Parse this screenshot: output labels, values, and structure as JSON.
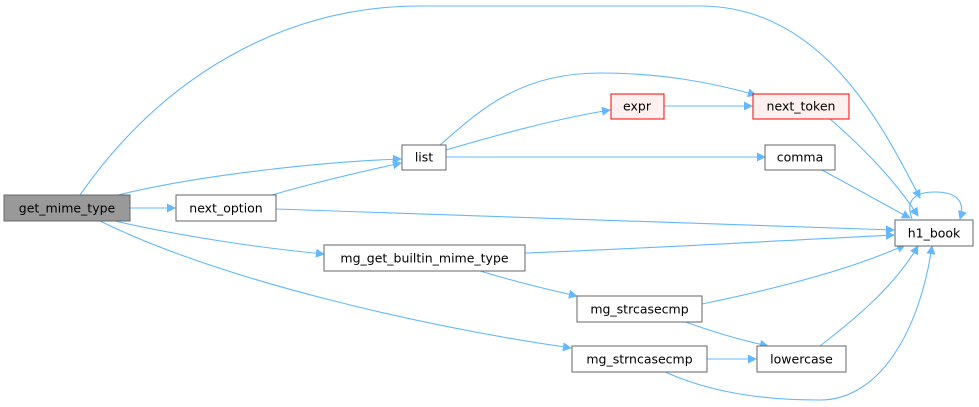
{
  "colors": {
    "edge": "#63b8ff",
    "node_fill": "#ffffff",
    "node_stroke": "#666666",
    "root_fill": "#999999",
    "root_stroke": "#666666",
    "red_fill": "#fff0f0",
    "red_stroke": "#ff0000"
  },
  "nodes": {
    "get_mime_type": "get_mime_type",
    "next_option": "next_option",
    "list": "list",
    "expr": "expr",
    "next_token": "next_token",
    "comma": "comma",
    "h1_book": "h1_book",
    "mg_get_builtin_mime_type": "mg_get_builtin_mime_type",
    "mg_strcasecmp": "mg_strcasecmp",
    "mg_strncasecmp": "mg_strncasecmp",
    "lowercase": "lowercase"
  },
  "edges": [
    [
      "get_mime_type",
      "h1_book"
    ],
    [
      "get_mime_type",
      "list"
    ],
    [
      "get_mime_type",
      "next_option"
    ],
    [
      "get_mime_type",
      "mg_get_builtin_mime_type"
    ],
    [
      "get_mime_type",
      "mg_strncasecmp"
    ],
    [
      "next_option",
      "list"
    ],
    [
      "next_option",
      "h1_book"
    ],
    [
      "list",
      "expr"
    ],
    [
      "list",
      "next_token"
    ],
    [
      "list",
      "comma"
    ],
    [
      "expr",
      "next_token"
    ],
    [
      "next_token",
      "h1_book"
    ],
    [
      "comma",
      "h1_book"
    ],
    [
      "h1_book",
      "h1_book"
    ],
    [
      "mg_get_builtin_mime_type",
      "h1_book"
    ],
    [
      "mg_get_builtin_mime_type",
      "mg_strcasecmp"
    ],
    [
      "mg_strcasecmp",
      "h1_book"
    ],
    [
      "mg_strcasecmp",
      "lowercase"
    ],
    [
      "mg_strncasecmp",
      "lowercase"
    ],
    [
      "mg_strncasecmp",
      "h1_book"
    ],
    [
      "lowercase",
      "h1_book"
    ]
  ]
}
